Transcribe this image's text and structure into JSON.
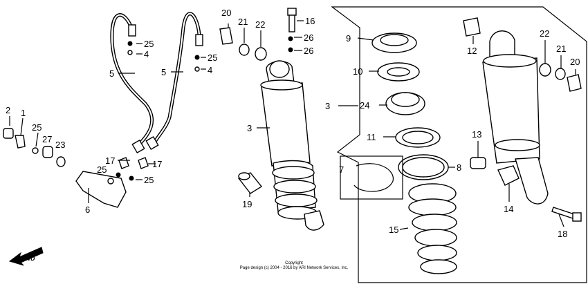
{
  "copyright": {
    "line1": "Copyright",
    "line2": "Page design (c) 2004 - 2016 by ARI Network Services, Inc."
  },
  "fwd_label": "FWD",
  "labels": {
    "p1": "1",
    "p2": "2",
    "p3a": "3",
    "p3b": "3",
    "p4a": "4",
    "p4b": "4",
    "p5a": "5",
    "p5b": "5",
    "p6": "6",
    "p7": "7",
    "p8": "8",
    "p9": "9",
    "p10": "10",
    "p11": "11",
    "p12": "12",
    "p13": "13",
    "p14": "14",
    "p15": "15",
    "p16": "16",
    "p17a": "17",
    "p17b": "17",
    "p18": "18",
    "p19": "19",
    "p20a": "20",
    "p20b": "20",
    "p21a": "21",
    "p21b": "21",
    "p22a": "22",
    "p22b": "22",
    "p23": "23",
    "p24": "24",
    "p25a": "25",
    "p25b": "25",
    "p25c": "25",
    "p25d": "25",
    "p25e": "25",
    "p26a": "26",
    "p26b": "26",
    "p27": "27"
  }
}
